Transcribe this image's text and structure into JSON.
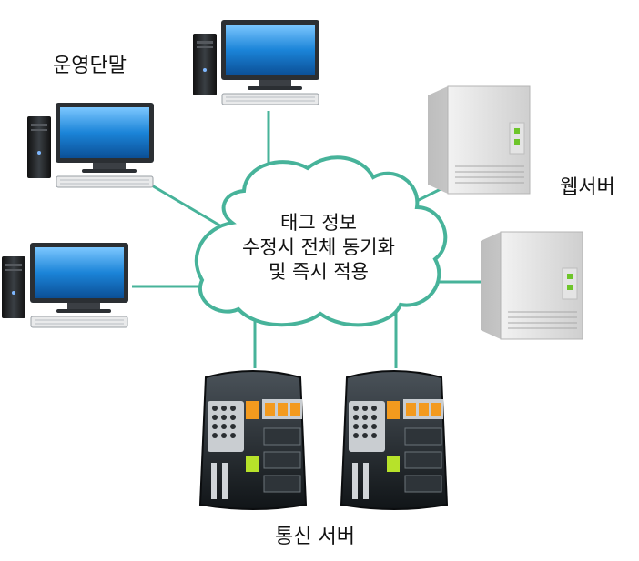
{
  "labels": {
    "terminal": "운영단말",
    "web_server": "웹서버",
    "comm_server": "통신 서버"
  },
  "cloud": {
    "lines": [
      "태그 정보",
      "수정시 전체 동기화",
      "및 즉시 적용"
    ]
  },
  "colors": {
    "link": "#47b39a",
    "cloud_stroke": "#47b39a",
    "screen": "#1b84d8",
    "monitor_frame": "#2b2f33",
    "server_body": "#d8d8d8",
    "server_led": "#6ec52a",
    "comm_body": "#1f2428",
    "comm_orange": "#f39a1e",
    "comm_green": "#b7e22a"
  },
  "icons": {
    "terminal": "desktop-computer-icon",
    "web_server": "tower-server-icon",
    "comm_server": "communication-server-icon"
  }
}
